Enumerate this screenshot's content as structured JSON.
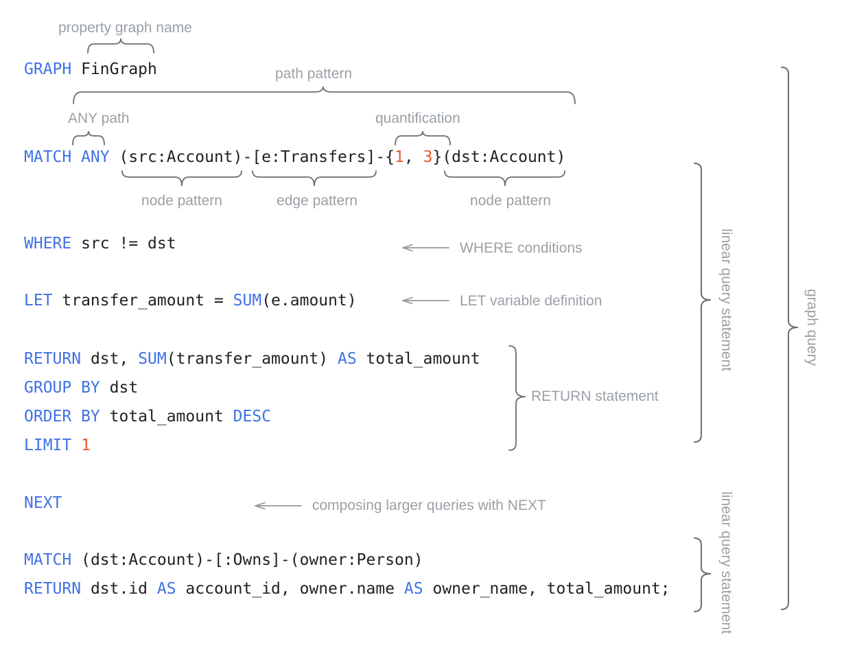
{
  "colors": {
    "keyword": "#4171E6",
    "number": "#E8572F",
    "code": "#202124",
    "label": "#9AA0A6",
    "brace": "#6A6D70",
    "arrow": "#949699",
    "background": "#FFFFFF"
  },
  "code": {
    "language": "GQL graph query",
    "lines": [
      {
        "name": "graph",
        "segments": [
          {
            "text": "GRAPH",
            "type": "kw"
          },
          {
            "text": " FinGraph",
            "type": "plain"
          }
        ]
      },
      {
        "name": "match-1",
        "segments": [
          {
            "text": "MATCH ANY",
            "type": "kw"
          },
          {
            "text": " (src:Account)-[e:Transfers]-{",
            "type": "plain"
          },
          {
            "text": "1",
            "type": "num"
          },
          {
            "text": ", ",
            "type": "plain"
          },
          {
            "text": "3",
            "type": "num"
          },
          {
            "text": "}(dst:Account)",
            "type": "plain"
          }
        ]
      },
      {
        "name": "where",
        "segments": [
          {
            "text": "WHERE",
            "type": "kw"
          },
          {
            "text": " src != dst",
            "type": "plain"
          }
        ]
      },
      {
        "name": "let",
        "segments": [
          {
            "text": "LET",
            "type": "kw"
          },
          {
            "text": " transfer_amount = ",
            "type": "plain"
          },
          {
            "text": "SUM",
            "type": "kw"
          },
          {
            "text": "(e.amount)",
            "type": "plain"
          }
        ]
      },
      {
        "name": "return-1",
        "segments": [
          {
            "text": "RETURN",
            "type": "kw"
          },
          {
            "text": " dst, ",
            "type": "plain"
          },
          {
            "text": "SUM",
            "type": "kw"
          },
          {
            "text": "(transfer_amount) ",
            "type": "plain"
          },
          {
            "text": "AS",
            "type": "kw"
          },
          {
            "text": " total_amount",
            "type": "plain"
          }
        ]
      },
      {
        "name": "group-by",
        "segments": [
          {
            "text": "GROUP BY",
            "type": "kw"
          },
          {
            "text": " dst",
            "type": "plain"
          }
        ]
      },
      {
        "name": "order-by",
        "segments": [
          {
            "text": "ORDER BY",
            "type": "kw"
          },
          {
            "text": " total_amount ",
            "type": "plain"
          },
          {
            "text": "DESC",
            "type": "kw"
          }
        ]
      },
      {
        "name": "limit",
        "segments": [
          {
            "text": "LIMIT",
            "type": "kw"
          },
          {
            "text": " ",
            "type": "plain"
          },
          {
            "text": "1",
            "type": "num"
          }
        ]
      },
      {
        "name": "next",
        "segments": [
          {
            "text": "NEXT",
            "type": "kw"
          }
        ]
      },
      {
        "name": "match-2",
        "segments": [
          {
            "text": "MATCH",
            "type": "kw"
          },
          {
            "text": " (dst:Account)-[:Owns]-(owner:Person)",
            "type": "plain"
          }
        ]
      },
      {
        "name": "return-2",
        "segments": [
          {
            "text": "RETURN",
            "type": "kw"
          },
          {
            "text": " dst.id ",
            "type": "plain"
          },
          {
            "text": "AS",
            "type": "kw"
          },
          {
            "text": " account_id, owner.name ",
            "type": "plain"
          },
          {
            "text": "AS",
            "type": "kw"
          },
          {
            "text": " owner_name, total_amount;",
            "type": "plain"
          }
        ]
      }
    ]
  },
  "labels": {
    "property_graph_name": "property graph name",
    "path_pattern": "path pattern",
    "any_path": "ANY path",
    "quantification": "quantification",
    "node_pattern_1": "node pattern",
    "edge_pattern": "edge pattern",
    "node_pattern_2": "node pattern",
    "where_conditions": "WHERE conditions",
    "let_variable_definition": "LET variable definition",
    "return_statement": "RETURN statement",
    "composing_next": "composing larger queries with NEXT",
    "linear_query_statement_1": "linear query statement",
    "linear_query_statement_2": "linear query statement",
    "graph_query": "graph query"
  }
}
